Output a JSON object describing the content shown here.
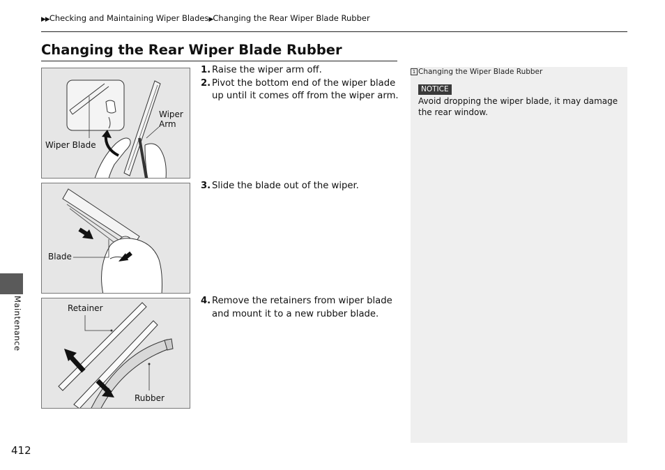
{
  "breadcrumb": {
    "marker": "▶▶",
    "part1": "Checking and Maintaining Wiper Blades",
    "separator": "▶",
    "part2": "Changing the Rear Wiper Blade Rubber"
  },
  "title": "Changing the Rear Wiper Blade Rubber",
  "figures": [
    {
      "labels": {
        "wiper_blade": "Wiper Blade",
        "wiper_arm_line1": "Wiper",
        "wiper_arm_line2": "Arm"
      }
    },
    {
      "labels": {
        "blade": "Blade"
      }
    },
    {
      "labels": {
        "retainer": "Retainer",
        "rubber": "Rubber"
      }
    }
  ],
  "steps": [
    {
      "num": "1.",
      "text": "Raise the wiper arm off."
    },
    {
      "num": "2.",
      "text": "Pivot the bottom end of the wiper blade up until it comes off from the wiper arm."
    },
    {
      "num": "3.",
      "text": "Slide the blade out of the wiper."
    },
    {
      "num": "4.",
      "text": "Remove the retainers from wiper blade and mount it to a new rubber blade."
    }
  ],
  "sidebar": {
    "marker": "1",
    "title": "Changing the Wiper Blade Rubber",
    "notice_label": "NOTICE",
    "notice_text": "Avoid dropping the wiper blade, it may damage the rear window."
  },
  "section_tab": "Maintenance",
  "page_number": "412"
}
